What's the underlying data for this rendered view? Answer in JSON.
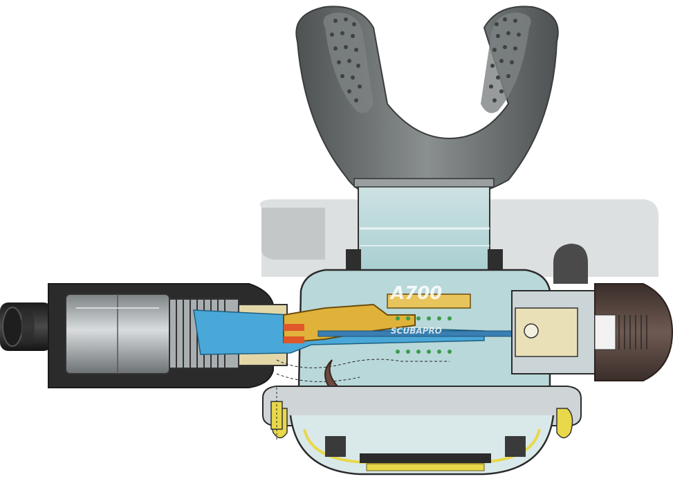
{
  "diagram": {
    "body_marking": "A700",
    "body_marking_sub": "SCUBAPRO",
    "parts": [
      {
        "name": "mouthpiece",
        "color": "#6b6f70"
      },
      {
        "name": "hose",
        "color": "#2a2a2a"
      },
      {
        "name": "hose-fitting",
        "color": "#9ea3a6"
      },
      {
        "name": "valve-housing",
        "color": "#b9d8d9"
      },
      {
        "name": "air-channel",
        "color": "#4aa8d8"
      },
      {
        "name": "lever",
        "color": "#e0b23a"
      },
      {
        "name": "valve-seat",
        "color": "#e0572a"
      },
      {
        "name": "adjustment-knob",
        "color": "#5a4640"
      },
      {
        "name": "exhaust-deflector",
        "color": "#6b4a3e"
      },
      {
        "name": "diaphragm",
        "color": "#e8d84a"
      }
    ]
  }
}
